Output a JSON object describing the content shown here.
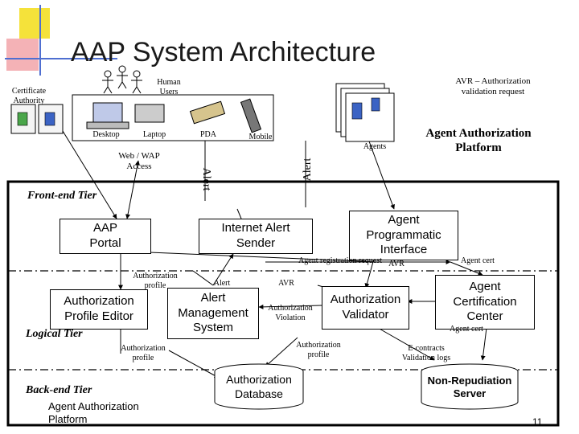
{
  "title": "AAP System Architecture",
  "slide_number": "11",
  "accent_colors": {
    "yellow": "#f5e23a",
    "pink": "#f4b2b6",
    "blue": "#4f6fd1",
    "title": "#1a1a1a"
  },
  "top": {
    "certificate_authority": "Certificate\nAuthority",
    "human_users": "Human\nUsers",
    "devices": {
      "desktop": "Desktop",
      "laptop": "Laptop",
      "pda": "PDA",
      "mobile": "Mobile"
    },
    "web_wap_access": "Web / WAP\nAccess",
    "agents": "Agents",
    "avr_note": "AVR – Authorization\nvalidation request",
    "agent_authorization_platform": "Agent Authorization\nPlatform",
    "alert_left": "Alert",
    "alert_right": "Alert"
  },
  "tiers": {
    "front_end": "Front-end Tier",
    "logical": "Logical Tier",
    "back_end": "Back-end Tier"
  },
  "boxes": {
    "aap_portal": "AAP\nPortal",
    "internet_alert_sender": "Internet Alert\nSender",
    "agent_programmatic_interface": "Agent\nProgrammatic\nInterface",
    "authorization_profile_editor": "Authorization\nProfile Editor",
    "alert_management_system": "Alert\nManagement\nSystem",
    "authorization_validator": "Authorization\nValidator",
    "agent_certification_center": "Agent\nCertification\nCenter",
    "authorization_database": "Authorization\nDatabase",
    "non_repudiation_server": "Non-Repudiation\nServer"
  },
  "edge_labels": {
    "agent_registration_request": "Agent registration request",
    "avr_top": "AVR",
    "agent_cert_top": "Agent cert",
    "authorization_profile_1": "Authorization\nprofile",
    "alert_mid": "Alert",
    "avr_mid": "AVR",
    "authorization_violation": "Authorization\nViolation",
    "agent_cert_mid": "Agent cert",
    "authorization_profile_2": "Authorization\nprofile",
    "authorization_profile_3": "Authorization\nprofile",
    "e_contracts": "E-contracts\nValidation logs"
  },
  "footer_label": "Agent Authorization\nPlatform"
}
